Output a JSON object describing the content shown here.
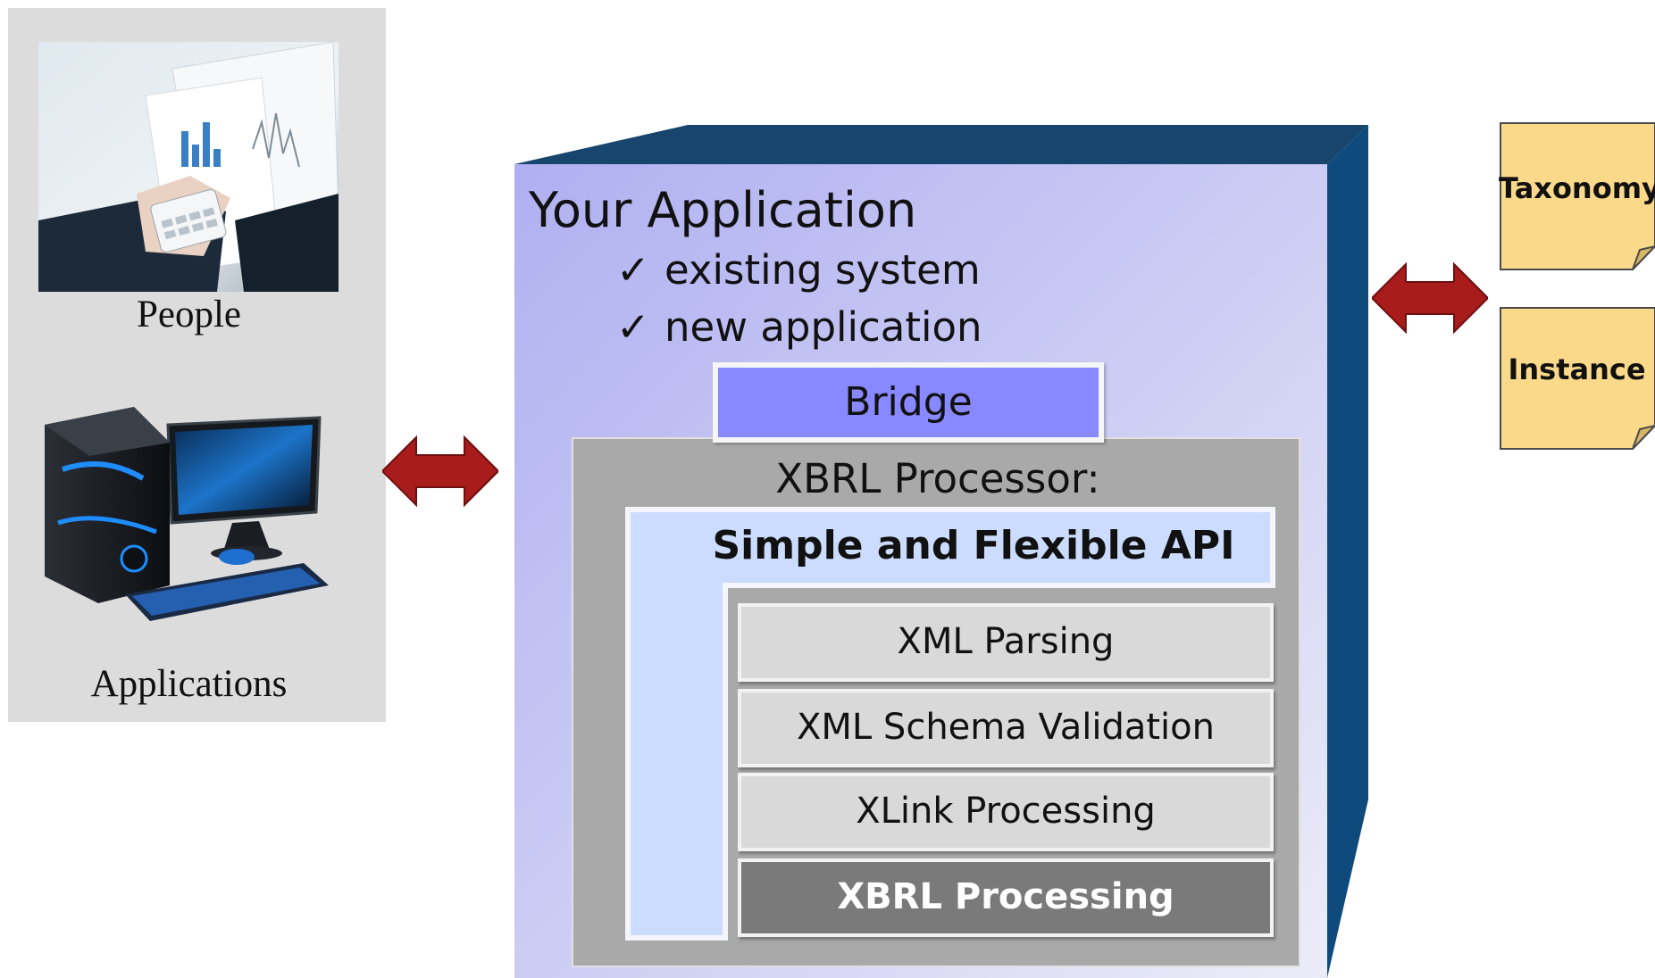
{
  "left_panel": {
    "people_label": "People",
    "applications_label": "Applications"
  },
  "application": {
    "title": "Your Application",
    "check_mark": "✓",
    "checklist": [
      "existing system",
      "new application"
    ],
    "bridge": "Bridge",
    "processor_label": "XBRL Processor:",
    "api_label": "Simple and Flexible API",
    "layers": [
      "XML Parsing",
      "XML Schema Validation",
      "XLink  Processing",
      "XBRL Processing"
    ]
  },
  "notes": [
    "Taxonomy",
    "Instance"
  ],
  "colors": {
    "box_front_top": "#b4b4f4",
    "box_front_bottom": "#e8e8f8",
    "box_top": "#17456e",
    "box_side": "#0f4a7d",
    "bridge": "#8888ff",
    "processor": "#a9a9a9",
    "api": "#ccdcff",
    "layer": "#d9d9d9",
    "layer_dark": "#7a7a7a",
    "arrow": "#a81c1c",
    "note": "#fbd98a",
    "panel": "#dcdcdc"
  }
}
